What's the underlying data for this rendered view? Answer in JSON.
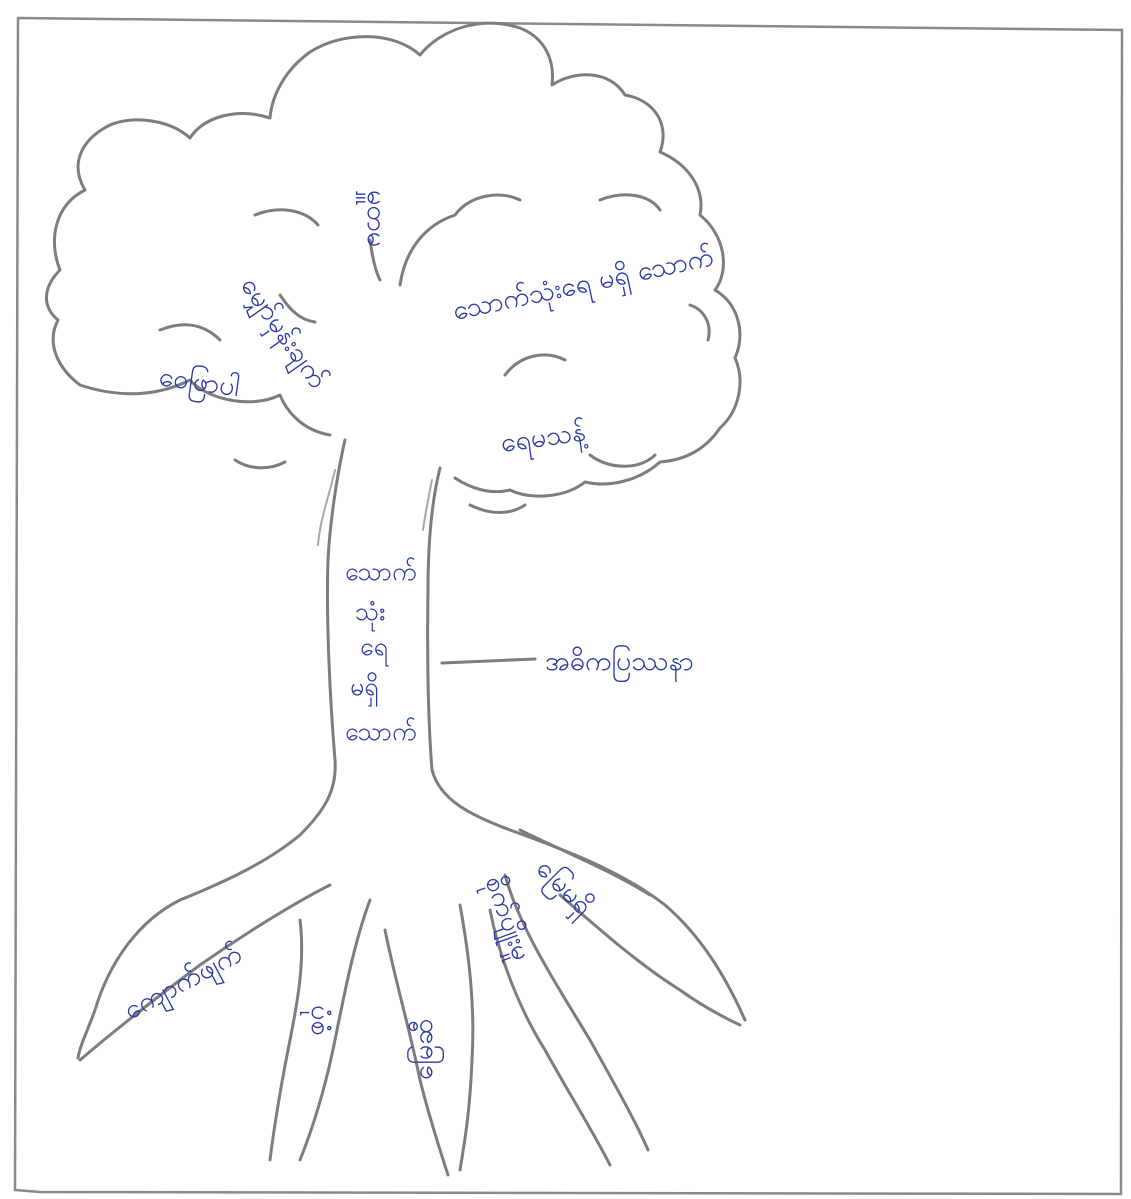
{
  "canopy_labels": [
    "မှူတမ",
    "မျှော်မှန်းချက်",
    "သောက်သုံးရေ မရှိ သောက်",
    "ဝေဖြာပါ",
    "ရေမသန့်"
  ],
  "trunk_label_lines": [
    "သောက်",
    "သုံး",
    "ရေ",
    "မရှိ",
    "သောက်"
  ],
  "trunk_note": "အဓိကပြဿနာ",
  "root_labels": [
    "ကျောက်ဖျက်",
    "ပုံစံ",
    "မြေဆီ",
    "စိုက်ပျိုးမှု",
    "မြေမရှိ"
  ]
}
